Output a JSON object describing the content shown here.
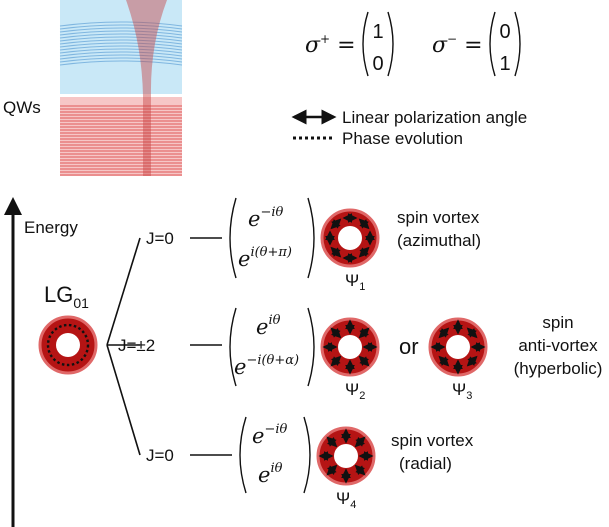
{
  "pauli": {
    "sigma_plus": {
      "name": "σ",
      "sup": "+",
      "top": "1",
      "bottom": "0"
    },
    "sigma_minus": {
      "name": "σ",
      "sup": "−",
      "top": "0",
      "bottom": "1"
    }
  },
  "labels": {
    "qws": "QWs",
    "energy": "Energy",
    "lg_main": "LG",
    "lg_sub": "01"
  },
  "legend": {
    "linear": "Linear polarization angle",
    "phase": "Phase evolution"
  },
  "states": [
    {
      "j": "J=0",
      "m_top": {
        "base": "e",
        "exp": "−iθ"
      },
      "m_bottom": {
        "base": "e",
        "exp": "i(θ+π)"
      },
      "psi": {
        "sym": "Ψ",
        "sub": "1"
      },
      "desc": [
        "spin vortex",
        "(azimuthal)"
      ]
    },
    {
      "j": "J=±2",
      "m_top": {
        "base": "e",
        "exp": "iθ"
      },
      "m_bottom": {
        "base": "e",
        "exp": "−i(θ+α)"
      },
      "psi": {
        "sym": "Ψ",
        "sub": "2"
      },
      "or": "or",
      "psi_alt": {
        "sym": "Ψ",
        "sub": "3"
      },
      "desc": [
        "spin",
        "anti-vortex",
        "(hyperbolic)"
      ]
    },
    {
      "j": "J=0",
      "m_top": {
        "base": "e",
        "exp": "−iθ"
      },
      "m_bottom": {
        "base": "e",
        "exp": "iθ"
      },
      "psi": {
        "sym": "Ψ",
        "sub": "4"
      },
      "desc": [
        "spin vortex",
        "(radial)"
      ]
    }
  ],
  "colors": {
    "ring_fill": "#b51414",
    "ring_edge": "#e06868",
    "layer_blue": "#b9def2",
    "layer_red": "#ef8e8e"
  },
  "icons": [
    "gaussian-beam-icon",
    "double-arrow-icon",
    "dotted-line-icon",
    "vortex-ring-icon"
  ]
}
